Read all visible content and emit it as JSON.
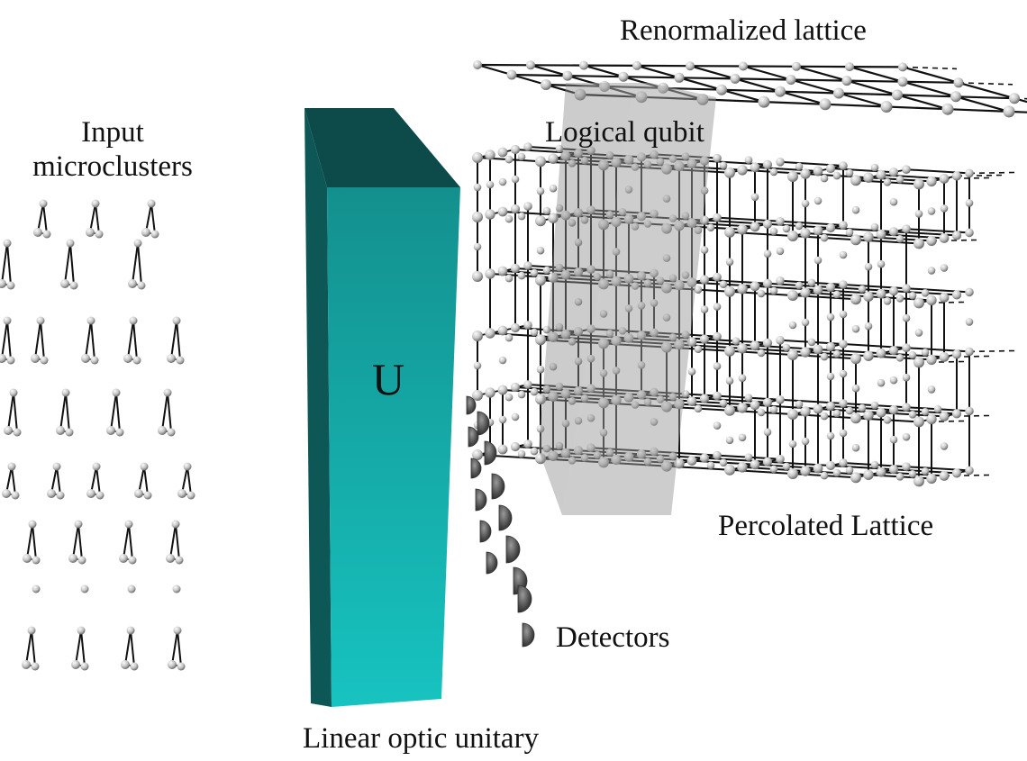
{
  "labels": {
    "renormalized_lattice": "Renormalized lattice",
    "logical_qubit": "Logical qubit",
    "input_microclusters_line1": "Input",
    "input_microclusters_line2": "microclusters",
    "unitary_symbol": "U",
    "detectors": "Detectors",
    "percolated_lattice": "Percolated Lattice",
    "linear_optic_unitary": "Linear optic unitary"
  },
  "colors": {
    "unitary_front": "#17c3c0",
    "unitary_front_top": "#13908e",
    "unitary_side": "#0d4b4b",
    "logical_qubit_box": "#9a9a9a",
    "lattice_edge": "#111111",
    "node_light": "#f2f2f2",
    "node_dark": "#6e6e6e",
    "detector": "#333333"
  },
  "icons": {
    "node": "sphere-node-icon",
    "detector": "hemisphere-detector-icon",
    "microcluster": "microcluster-triangle-icon"
  }
}
